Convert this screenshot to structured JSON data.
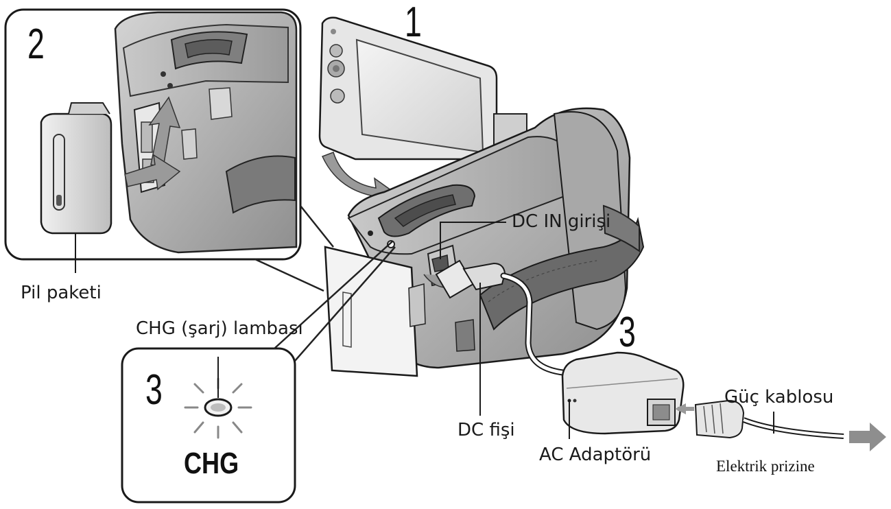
{
  "steps": {
    "one": "1",
    "two": "2",
    "three_main": "3",
    "three_inset": "3"
  },
  "labels": {
    "battery": "Pil paketi",
    "chg_lamp": "CHG (şarj) lambası",
    "dc_in": "DC IN girişi",
    "dc_plug": "DC fişi",
    "ac_adaptor": "AC Adaptörü",
    "power_cord": "Güç kablosu",
    "to_outlet": "Elektrik prizine",
    "chg_text": "CHG"
  }
}
